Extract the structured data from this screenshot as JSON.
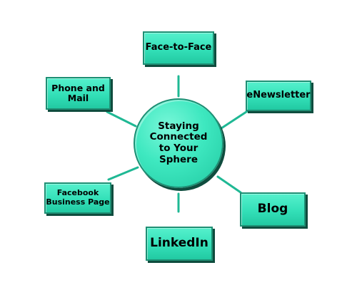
{
  "diagram": {
    "center": {
      "lines": [
        "Staying",
        "Connected",
        "to Your",
        "Sphere"
      ]
    },
    "nodes": {
      "face_to_face": "Face-to-Face",
      "enewsletter": "eNewsletter",
      "phone_mail": [
        "Phone and",
        "Mail"
      ],
      "facebook": [
        "Facebook",
        "Business Page"
      ],
      "blog": "Blog",
      "linkedin": "LinkedIn"
    },
    "colors": {
      "node_fill": "#33e0b8",
      "node_border": "#1e8f74",
      "shadow": "#0f4c3e",
      "connector": "#1fb894"
    }
  }
}
